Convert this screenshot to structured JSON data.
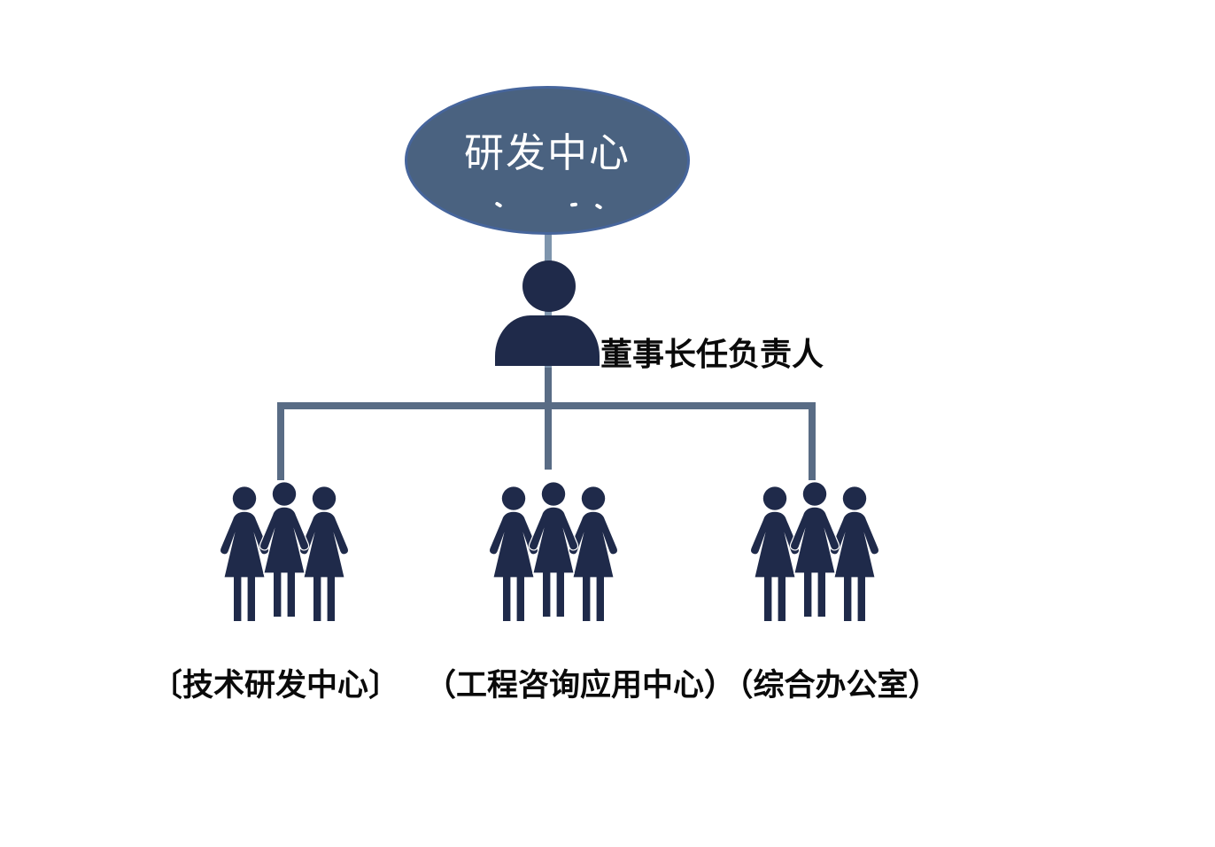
{
  "diagram": {
    "root": {
      "label": "研发中心"
    },
    "leader": {
      "label": "董事长任负责人"
    },
    "departments": [
      {
        "label": "〔技术研发中心〕"
      },
      {
        "label": "（工程咨询应用中心）"
      },
      {
        "label": "（综合办公室）"
      }
    ],
    "icons": {
      "leader_icon": "person-bust-icon",
      "group_icon": "three-women-group-icon"
    }
  },
  "colors": {
    "ellipse_fill": "#4a6280",
    "ellipse_border": "#46659c",
    "icon_navy": "#1f2a4a",
    "connector_light": "#7e95ad",
    "connector_dark": "#596c85",
    "root_text": "#ffffff",
    "label_text": "#0a0a0a"
  }
}
